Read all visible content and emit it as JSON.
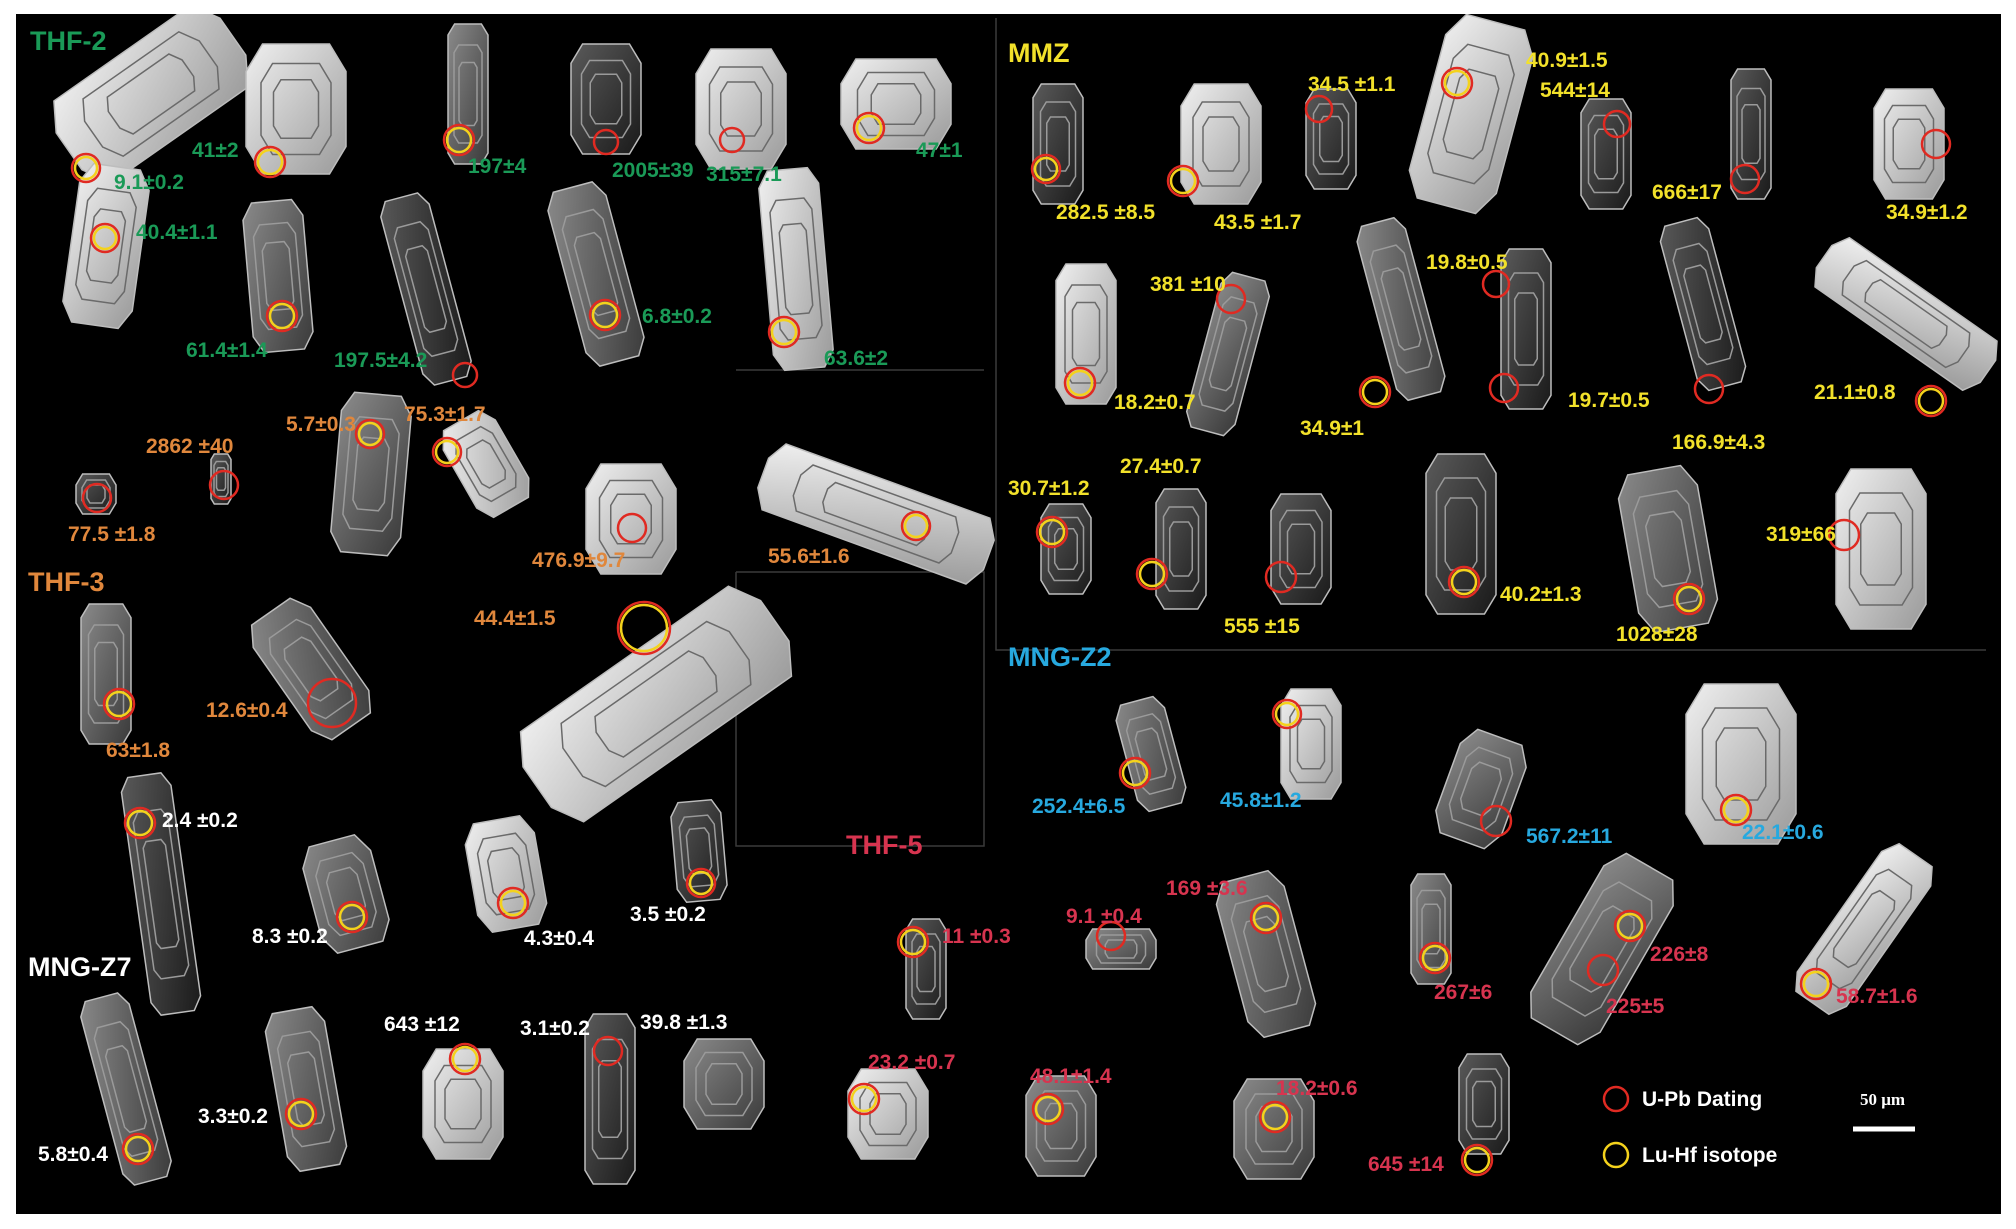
{
  "colors": {
    "THF-2": "#1a9a57",
    "THF-3": "#e0873c",
    "MMZ": "#f2e12a",
    "MNG-Z2": "#27a9df",
    "MNG-Z7": "#ffffff",
    "THF-5": "#d7344f",
    "upb_ring": "#e02a22",
    "luhf_ring": "#f4d21c"
  },
  "groups": [
    {
      "id": "THF-2",
      "label": "THF-2"
    },
    {
      "id": "MMZ",
      "label": "MMZ"
    },
    {
      "id": "THF-3",
      "label": "THF-3"
    },
    {
      "id": "MNG-Z2",
      "label": "MNG-Z2"
    },
    {
      "id": "THF-5",
      "label": "THF-5"
    },
    {
      "id": "MNG-Z7",
      "label": "MNG-Z7"
    }
  ],
  "ages": {
    "thf2": [
      "9.1±0.2",
      "41±2",
      "197±4",
      "2005±39",
      "315±7.1",
      "47±1",
      "40.4±1.1",
      "61.4±1.4",
      "197.5±4.2",
      "6.8±0.2",
      "63.6±2"
    ],
    "thf3_top": [
      "2862 ±40",
      "5.7±0.3",
      "75.3±1.7",
      "77.5 ±1.8",
      "476.9±9.7",
      "55.6±1.6"
    ],
    "thf3": [
      "44.4±1.5",
      "63±1.8",
      "12.6±0.4"
    ],
    "mngz7": [
      "2.4 ±0.2",
      "8.3 ±0.2",
      "4.3±0.4",
      "3.5 ±0.2",
      "643 ±12",
      "3.1±0.2",
      "39.8 ±1.3",
      "5.8±0.4",
      "3.3±0.2"
    ],
    "mmz": [
      "34.5 ±1.1",
      "40.9±1.5",
      "544±14",
      "282.5 ±8.5",
      "43.5 ±1.7",
      "666±17",
      "34.9±1.2",
      "381 ±10",
      "19.8±0.5",
      "18.2±0.7",
      "34.9±1",
      "19.7±0.5",
      "21.1±0.8",
      "166.9±4.3",
      "30.7±1.2",
      "27.4±0.7",
      "319±66",
      "40.2±1.3",
      "555 ±15",
      "1028±28"
    ],
    "mngz2": [
      "252.4±6.5",
      "45.8±1.2",
      "567.2±11",
      "22.1±0.6"
    ],
    "thf5": [
      "11 ±0.3",
      "9.1 ±0.4",
      "169 ±3.6",
      "226±8",
      "267±6",
      "225±5",
      "58.7±1.6",
      "23.2 ±0.7",
      "48.1±1.4",
      "18.2±0.6",
      "645 ±14"
    ]
  },
  "legend": {
    "upb_label": "U-Pb Dating",
    "luhf_label": "Lu-Hf isotope",
    "scale_label": "50 μm"
  }
}
